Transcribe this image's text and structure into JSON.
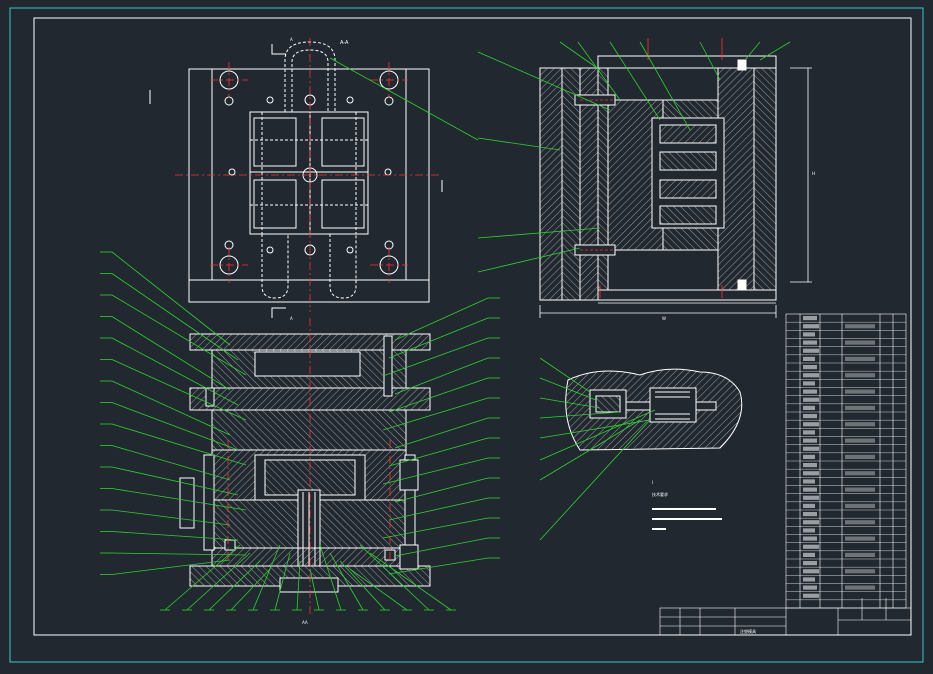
{
  "canvas": {
    "background": "#212830"
  },
  "colors": {
    "frame": "#36c8c8",
    "outline": "#ffffff",
    "center": "#ff3030",
    "leader": "#2fd12f",
    "hidden": "#ff3030",
    "text": "#ffffff",
    "hatch": "#cfcfcf"
  },
  "top_view": {
    "title": "A-A",
    "section_mark": "A"
  },
  "main_section": {
    "label": "AA"
  },
  "side_section": {
    "dim_width": "W",
    "dim_height": "H"
  },
  "detail": {
    "label": "I"
  },
  "notes": {
    "heading": "技术要求",
    "lines": [
      "1.",
      "2.",
      "3."
    ]
  },
  "bom": {
    "rows": 36
  },
  "title_block": {
    "name": "注塑模具"
  },
  "leaders": {
    "left_count": 16,
    "right_count": 14,
    "bottom_count": 14
  }
}
